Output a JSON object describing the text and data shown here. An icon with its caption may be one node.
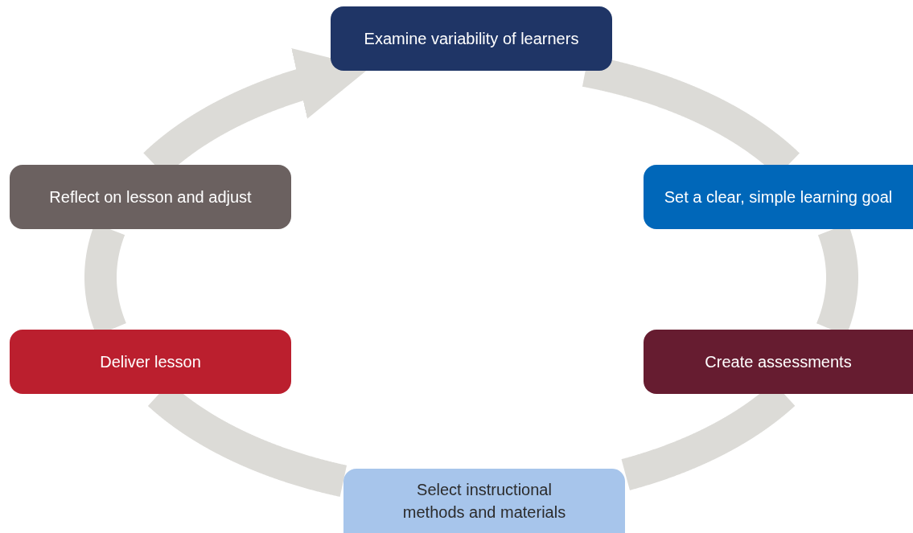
{
  "diagram": {
    "nodes": [
      {
        "text": [
          "Examine variability of learners"
        ]
      },
      {
        "text": [
          "Set a clear, simple learning goal"
        ]
      },
      {
        "text": [
          "Create assessments"
        ]
      },
      {
        "text": [
          "Select instructional methods and materials"
        ]
      },
      {
        "text": [
          "Deliver lesson"
        ]
      },
      {
        "text": [
          "Reflect on lesson and adjust"
        ]
      }
    ],
    "edges": [
      {
        "from": 0,
        "to": 1,
        "arrow": "none"
      },
      {
        "from": 1,
        "to": 2,
        "arrow": "none"
      },
      {
        "from": 2,
        "to": 3,
        "arrow": "none"
      },
      {
        "from": 3,
        "to": 4,
        "arrow": "none"
      },
      {
        "from": 4,
        "to": 5,
        "arrow": "none"
      },
      {
        "from": 5,
        "to": 0,
        "arrow": "to"
      }
    ]
  }
}
